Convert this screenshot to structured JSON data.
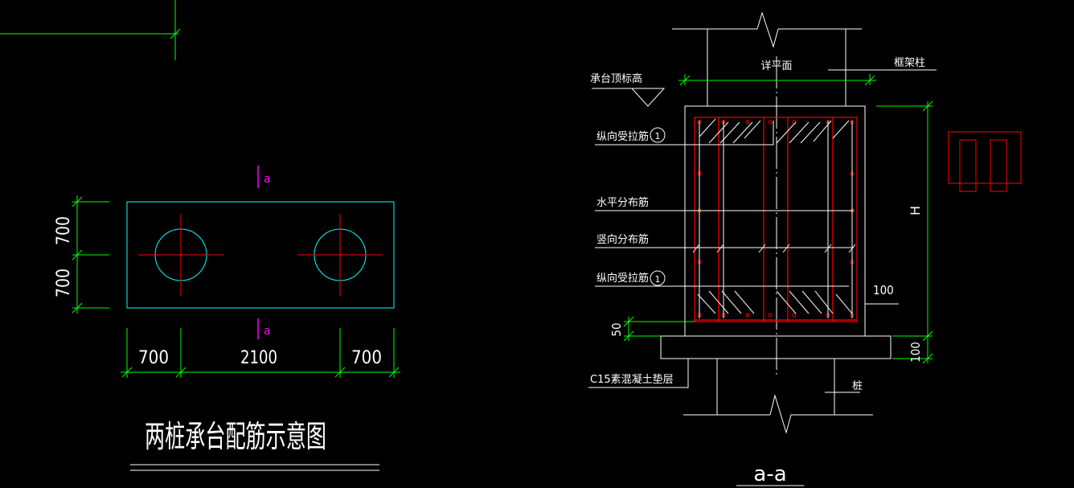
{
  "plan": {
    "title": "两桩承台配筋示意图",
    "section_marker": "a",
    "dims_horizontal": [
      "700",
      "2100",
      "700"
    ],
    "dims_vertical": [
      "700",
      "700"
    ]
  },
  "section": {
    "title": "a-a",
    "top_label": "详平面",
    "column_label": "框架柱",
    "cap_top_label": "承台顶标高",
    "labels": {
      "top_rebar": "纵向受拉筋",
      "horizontal_dist": "水平分布筋",
      "vertical_dist": "竖向分布筋",
      "bottom_rebar": "纵向受拉筋",
      "cushion": "C15素混凝土垫层",
      "pile": "桩"
    },
    "bubble_number": "1",
    "dim_height": "H",
    "dim_100_right": "100",
    "dim_50": "50",
    "dim_100_bottom": "100"
  },
  "colors": {
    "background": "#000000",
    "dimension": "#00ff00",
    "outline_cyan": "#00ffff",
    "rebar_red": "#ff0000",
    "marker_magenta": "#ff00ff",
    "line_white": "#ffffff"
  }
}
